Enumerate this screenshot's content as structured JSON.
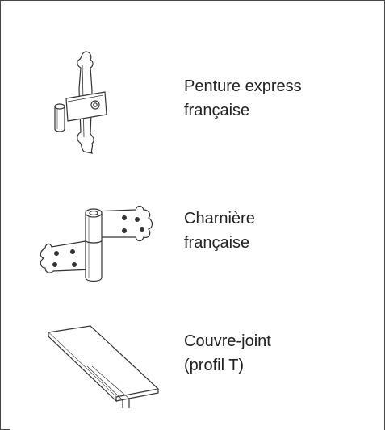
{
  "items": [
    {
      "icon": "express-hinge-icon",
      "label": "Penture express\nfrançaise"
    },
    {
      "icon": "french-hinge-icon",
      "label": "Charnière\nfrançaise"
    },
    {
      "icon": "t-profile-cover-icon",
      "label": "Couvre-joint\n(profil T)"
    }
  ]
}
